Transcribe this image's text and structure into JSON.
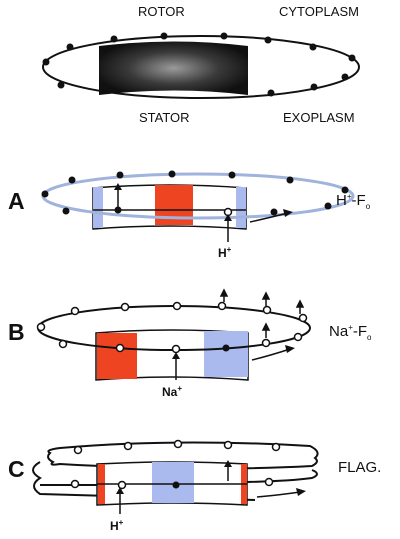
{
  "top": {
    "rotor": "ROTOR",
    "cytoplasm": "CYTOPLASM",
    "stator": "STATOR",
    "exoplasm": "EXOPLASM"
  },
  "panels": [
    {
      "letter": "A",
      "ion_base": "H",
      "ion_sup": "+",
      "side_pre": "H",
      "side_sup": "+",
      "side_mid": "-F",
      "side_sub": "o"
    },
    {
      "letter": "B",
      "ion_base": "Na",
      "ion_sup": "+",
      "side_pre": "Na",
      "side_sup": "+",
      "side_mid": "-F",
      "side_sub": "o"
    },
    {
      "letter": "C",
      "ion_base": "H",
      "ion_sup": "+",
      "side_text": "FLAG."
    }
  ],
  "colors": {
    "proton_channel": "#ee4422",
    "sodium_channel": "#aab9ee",
    "rotor_ring_a": "#9fb3dc",
    "ink": "#111111"
  }
}
